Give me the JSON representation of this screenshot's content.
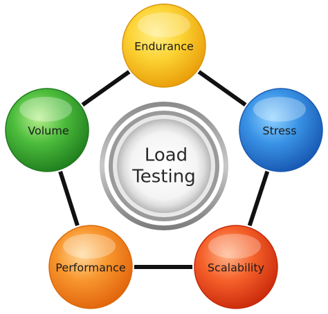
{
  "center": {
    "line1": "Load",
    "line2": "Testing"
  },
  "nodes": [
    {
      "label": "Endurance",
      "color": "#f6b10f"
    },
    {
      "label": "Stress",
      "color": "#1f74d0"
    },
    {
      "label": "Scalability",
      "color": "#e8360f"
    },
    {
      "label": "Performance",
      "color": "#f07a12"
    },
    {
      "label": "Volume",
      "color": "#2e9a2a"
    }
  ]
}
